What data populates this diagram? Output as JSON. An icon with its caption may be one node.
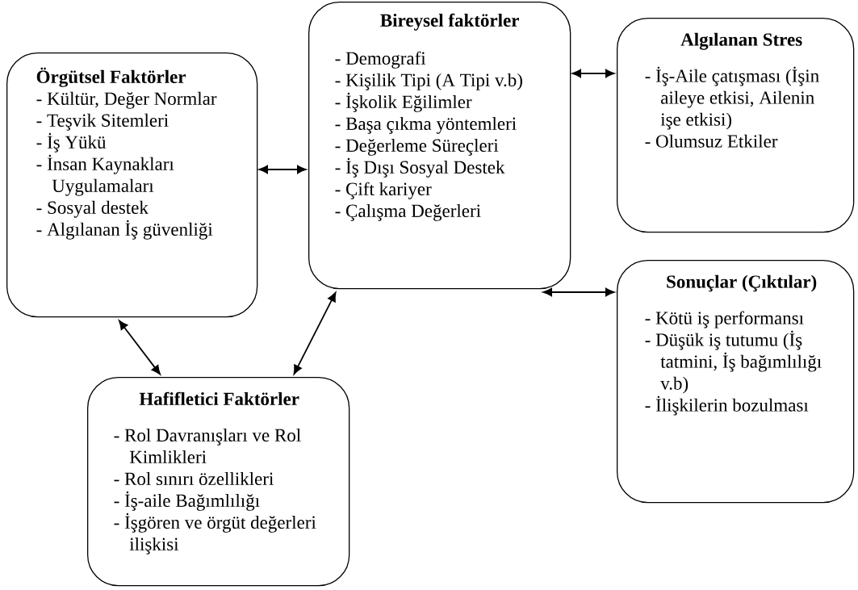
{
  "diagram": {
    "nodes": [
      {
        "text": [
          "Bireysel faktörler",
          "- Demografi",
          "- Kişilik Tipi (A Tipi v.b)",
          "- İşkolik Eğilimler",
          "- Başa çıkma yöntemleri",
          "- Değerleme Süreçleri",
          "- İş Dışı Sosyal Destek",
          "- Çift kariyer",
          "- Çalışma Değerleri"
        ]
      },
      {
        "text": [
          "Algılanan Stres",
          "- İş-Aile çatışması (İşin aileye etkisi, Ailenin işe etkisi)",
          "- Olumsuz Etkiler"
        ]
      },
      {
        "text": [
          "Örgütsel Faktörler",
          "- Kültür, Değer Normlar",
          "- Teşvik Sitemleri",
          "- İş Yükü",
          "- İnsan Kaynakları Uygulamaları",
          "- Sosyal destek",
          "- Algılanan İş güvenliği"
        ]
      },
      {
        "text": [
          "Sonuçlar (Çıktılar)",
          "- Kötü iş performansı",
          "- Düşük iş tutumu (İş tatmini, İş bağımlılığı v.b)",
          "- İlişkilerin bozulması"
        ]
      },
      {
        "text": [
          "Hafifletici Faktörler",
          "- Rol Davranışları ve Rol Kimlikleri",
          "- Rol sınırı özellikleri",
          "- İş-aile Bağımlılığı",
          "- İşgören ve örgüt değerleri ilişkisi"
        ]
      }
    ],
    "edges": [
      {
        "from": 2,
        "to": 0,
        "arrow": "both"
      },
      {
        "from": 0,
        "to": 1,
        "arrow": "both"
      },
      {
        "from": 0,
        "to": 3,
        "arrow": "both"
      },
      {
        "from": 2,
        "to": 4,
        "arrow": "both"
      },
      {
        "from": 4,
        "to": 0,
        "arrow": "both"
      }
    ]
  }
}
